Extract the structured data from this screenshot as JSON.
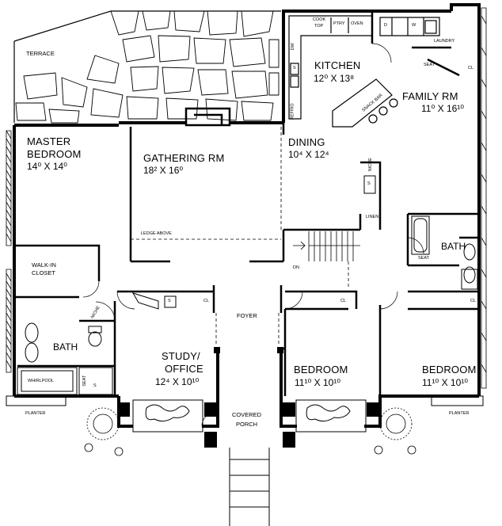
{
  "rooms": {
    "terrace": {
      "name": "TERRACE"
    },
    "kitchen": {
      "name": "KITCHEN",
      "dim": "12⁰ X 13⁸"
    },
    "family": {
      "name": "FAMILY RM",
      "dim": "11⁰ X 16¹⁰"
    },
    "master": {
      "name_line1": "MASTER",
      "name_line2": "BEDROOM",
      "dim": "14⁰ X 14⁰"
    },
    "gathering": {
      "name": "GATHERING RM",
      "dim": "18² X 16⁰"
    },
    "dining": {
      "name": "DINING",
      "dim": "10⁴ X 12⁴"
    },
    "walkin": {
      "line1": "WALK-IN",
      "line2": "CLOSET"
    },
    "bath_left": {
      "name": "BATH"
    },
    "bath_right": {
      "name": "BATH"
    },
    "foyer": {
      "name": "FOYER"
    },
    "study": {
      "line1": "STUDY/",
      "line2": "OFFICE",
      "dim": "12⁴ X 10¹⁰"
    },
    "bedroom_mid": {
      "name": "BEDROOM",
      "dim": "11¹⁰ X 10¹⁰"
    },
    "bedroom_right": {
      "name": "BEDROOM",
      "dim": "11¹⁰ X 10¹⁰"
    },
    "porch": {
      "line1": "COVERED",
      "line2": "PORCH"
    },
    "laundry": {
      "name": "LAUNDRY"
    }
  },
  "fixtures": {
    "cooktop_line1": "COOK",
    "cooktop_line2": "TOP",
    "pantry": "PTRY",
    "oven": "OVEN",
    "dw": "DW",
    "refrig": "REFRIG",
    "snack_bar": "SNACK BAR",
    "washer": "W",
    "dryer": "D",
    "seat_laundry": "SEAT",
    "niche_dining": "NICHE",
    "linen": "LINEN",
    "seat_bath": "SEAT",
    "niche_bath": "NICHE",
    "whirlpool": "WHIRLPOOL",
    "seat_shower": "SEAT",
    "ledge": "LEDGE ABOVE",
    "dn": "DN",
    "cl": "CL",
    "s": "S",
    "planter": "PLANTER"
  }
}
